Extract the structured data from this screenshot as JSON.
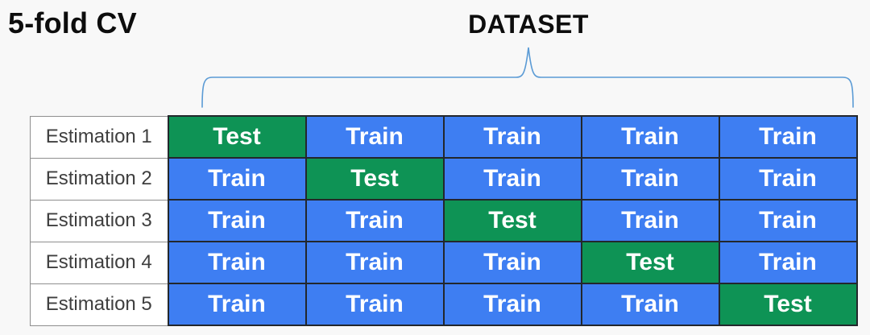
{
  "title": "5-fold CV",
  "dataset_label": "DATASET",
  "colors": {
    "train_blue": "#3E7EF2",
    "test_green": "#0E9355",
    "brace_blue": "#5B9BD5",
    "cell_text": "#FFFFFF",
    "label_text": "#3F3F3F"
  },
  "cell_values": {
    "test": "Test",
    "train": "Train"
  },
  "table": {
    "rows": [
      {
        "label": "Estimation 1",
        "cells": [
          "Test",
          "Train",
          "Train",
          "Train",
          "Train"
        ]
      },
      {
        "label": "Estimation 2",
        "cells": [
          "Train",
          "Test",
          "Train",
          "Train",
          "Train"
        ]
      },
      {
        "label": "Estimation 3",
        "cells": [
          "Train",
          "Train",
          "Test",
          "Train",
          "Train"
        ]
      },
      {
        "label": "Estimation 4",
        "cells": [
          "Train",
          "Train",
          "Train",
          "Test",
          "Train"
        ]
      },
      {
        "label": "Estimation 5",
        "cells": [
          "Train",
          "Train",
          "Train",
          "Train",
          "Test"
        ]
      }
    ]
  }
}
